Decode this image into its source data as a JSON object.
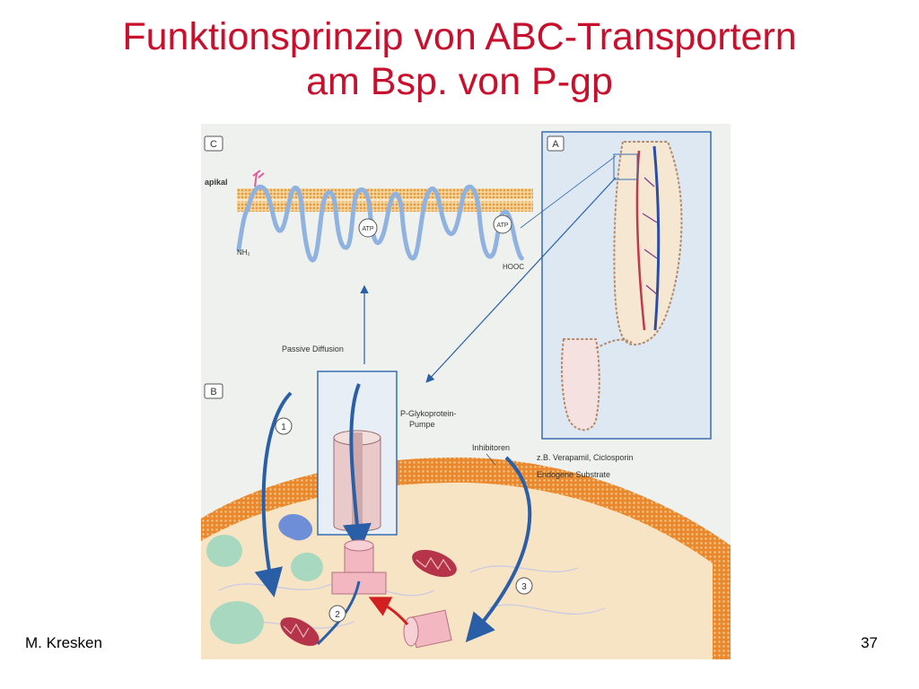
{
  "slide": {
    "title_line1": "Funktionsprinzip von ABC-Transportern",
    "title_line2": "am Bsp. von P-gp",
    "author": "M. Kresken",
    "page_number": "37"
  },
  "figure": {
    "panel_c": {
      "letter": "C",
      "apical_label": "apikal",
      "nh2_label": "NH₂",
      "hooc_label": "HOOC",
      "atp_label_1": "ATP",
      "atp_label_2": "ATP"
    },
    "panel_a": {
      "letter": "A"
    },
    "panel_b": {
      "letter": "B",
      "passive_diffusion": "Passive Diffusion",
      "pump_line1": "P-Glykoprotein-",
      "pump_line2": "Pumpe",
      "inhibitors": "Inhibitoren",
      "inhibitor_examples": "z.B. Verapamil, Ciclosporin",
      "endogenous": "Endogene Substrate",
      "step1": "1",
      "step2": "2",
      "step3": "3"
    },
    "colors": {
      "title": "#c8102e",
      "membrane": "#e8a04a",
      "cell_wall": "#e58a2e",
      "pump": "#e9c9c9",
      "arrow_blue": "#2a5fa8",
      "arrow_red": "#d22020"
    }
  }
}
